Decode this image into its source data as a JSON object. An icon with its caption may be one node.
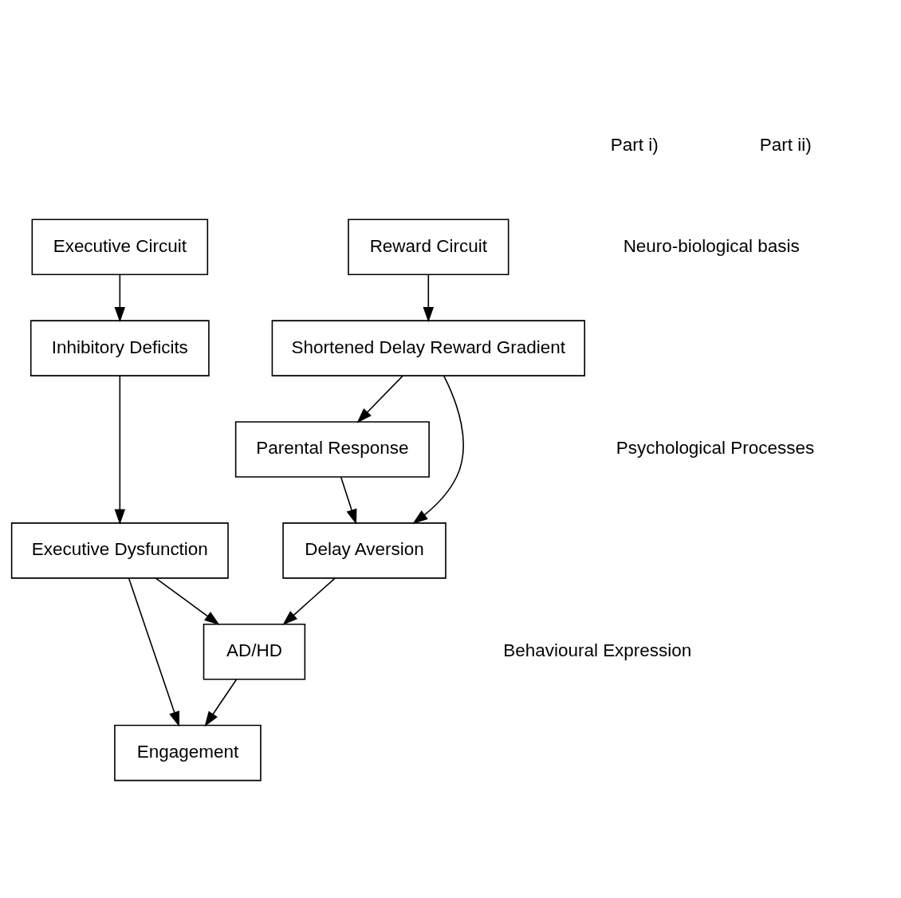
{
  "diagram": {
    "nodes": [
      {
        "text": [
          "Executive Circuit"
        ]
      },
      {
        "text": [
          "Reward Circuit"
        ]
      },
      {
        "text": [
          "Inhibitory Deficits"
        ]
      },
      {
        "text": [
          "Shortened Delay Reward Gradient"
        ]
      },
      {
        "text": [
          "Parental Response"
        ]
      },
      {
        "text": [
          "Executive Dysfunction"
        ]
      },
      {
        "text": [
          "Delay Aversion"
        ]
      },
      {
        "text": [
          "AD/HD"
        ]
      },
      {
        "text": [
          "Engagement"
        ]
      }
    ],
    "edges": [
      {
        "from": 0,
        "to": 2,
        "arrow": "to"
      },
      {
        "from": 1,
        "to": 3,
        "arrow": "to"
      },
      {
        "from": 2,
        "to": 5,
        "arrow": "to"
      },
      {
        "from": 3,
        "to": 4,
        "arrow": "to"
      },
      {
        "from": 4,
        "to": 6,
        "arrow": "to"
      },
      {
        "from": 3,
        "to": 6,
        "arrow": "to"
      },
      {
        "from": 5,
        "to": 7,
        "arrow": "to"
      },
      {
        "from": 6,
        "to": 7,
        "arrow": "to"
      },
      {
        "from": 7,
        "to": 8,
        "arrow": "to"
      },
      {
        "from": 5,
        "to": 8,
        "arrow": "to"
      }
    ],
    "labels": [
      "Part i)",
      "Part ii)",
      "Neuro-biological basis",
      "Psychological Processes",
      "Behavioural Expression"
    ]
  }
}
